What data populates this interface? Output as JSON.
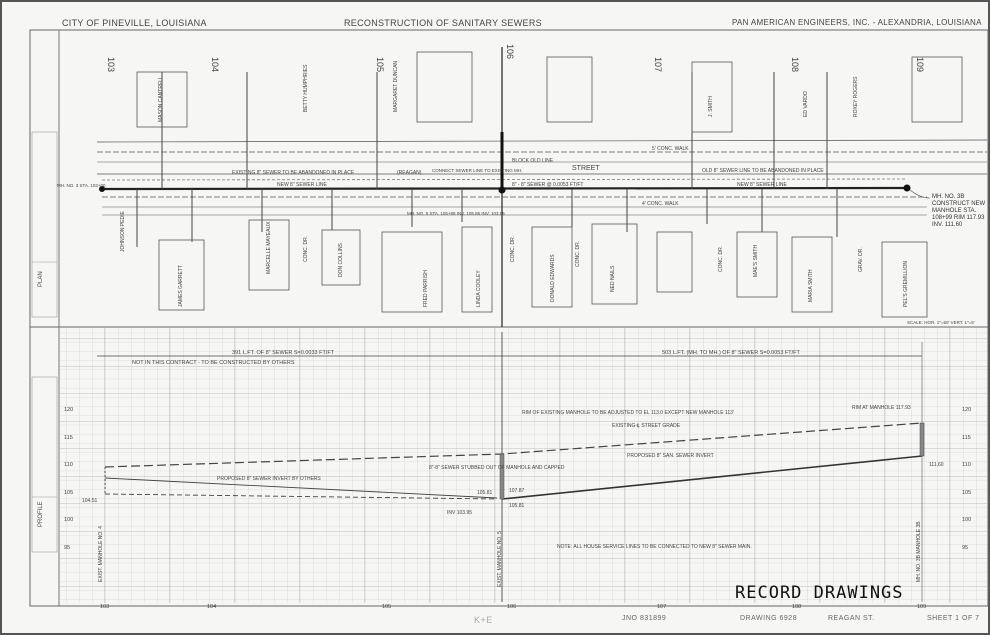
{
  "header": {
    "left": "CITY OF PINEVILLE, LOUISIANA",
    "center": "RECONSTRUCTION OF SANITARY SEWERS",
    "right": "PAN AMERICAN ENGINEERS, INC. - ALEXANDRIA, LOUISIANA"
  },
  "plan": {
    "section_label": "PLAN",
    "stations_top": [
      "103",
      "104",
      "105",
      "106",
      "107",
      "108",
      "109"
    ],
    "street_name": "STREET",
    "street_name_2": "(REAGAN)",
    "notes": {
      "existing_abandoned_left": "EXISTING 8\" SEWER TO BE ABANDONED IN PLACE",
      "new_sewer_left": "NEW 8\" SEWER LINE",
      "old_abandoned_right": "OLD 8\" SEWER LINE TO BE ABANDONED IN PLACE",
      "new_sewer_right": "NEW 8\" SEWER LINE",
      "new_sewer_main": "8\" - 8\" SEWER @ 0.0053 FT/FT",
      "connect": "CONNECT SEWER LINE TO EXISTING MH.",
      "block_old": "BLOCK OLD LINE",
      "conc_walk": "5' CONC. WALK",
      "conc_walk_2": "4' CONC. WALK",
      "mh_left": "MH. NO. 3  STA. 103+00",
      "mh_5": "MH. NO. 5  STA. 105+88  INV. 105.86  INV. 103.95",
      "mh_3b": "MH. NO. 3B  CONSTRUCT NEW MANHOLE  STA. 108+99  RIM 117.93  INV. 111.60",
      "scale": "SCALE: HOR. 1\"=50'  VERT. 1\"=5'"
    },
    "lots": [
      "JOHNSON PEDIE",
      "JAMES GARRETT",
      "MARCELLE MAYEAUX",
      "DON COLLINS",
      "FRED PARRISH",
      "LINDA COOLEY",
      "DONALD EDWARDS",
      "NED NAILS",
      "MAE'S SMITH",
      "MARIA SMITH",
      "PEL'S GREMILLION",
      "MASON CANTRELL",
      "BETTY HUMPHRIES",
      "MARGARET DUNCAN",
      "J. SMITH",
      "ED VARDO",
      "ROXEY ROGERS"
    ],
    "drives": [
      "CONC. DR.",
      "CONC. DR.",
      "CONC. DR.",
      "CONC. DR.",
      "GRAV. DR."
    ]
  },
  "profile": {
    "section_label": "PROFILE",
    "dim_left": "391 L.FT. OF 8\" SEWER   S=0.0033 FT/FT",
    "dim_left_note": "NOT IN THIS CONTRACT - TO BE CONSTRUCTED BY OTHERS",
    "dim_right": "503 L.FT. (MH. TO MH.) OF 8\" SEWER   S=0.0053 FT/FT",
    "existing_mh_note": "RIM OF EXISTING MANHOLE TO BE ADJUSTED TO EL 113.0 EXCEPT NEW MANHOLE 113'",
    "street_grade": "EXISTING ℄ STREET GRADE",
    "proposed_invert": "PROPOSED 8\" SAN. SEWER INVERT",
    "by_others": "PROPOSED 8\" SEWER INVERT BY OTHERS",
    "stub_note": "8\"-8\" SEWER STUBBED OUT OF MANHOLE AND CAPPED",
    "rim_right": "RIM AT MANHOLE 117.93",
    "inv_right": "111.60",
    "left_elev": "104.51",
    "inv_103": "INV 103.95",
    "e105_81": "105.81",
    "e105_81b": "105.81",
    "e107": "107.87",
    "note_all": "NOTE: ALL HOUSE SERVICE LINES TO BE CONNECTED TO NEW 8\" SEWER MAIN.",
    "mh_labels": [
      "EXIST. MANHOLE NO. 4",
      "EXIST. MANHOLE NO. 5",
      "MH. NO. 3B MANHOLE 3B"
    ],
    "elevations": [
      "120",
      "115",
      "110",
      "105",
      "100",
      "95"
    ],
    "stations_bottom": [
      "103",
      "104",
      "105",
      "106",
      "107",
      "108",
      "109"
    ]
  },
  "stamp": "RECORD DRAWINGS",
  "footer": {
    "brand": "K+E",
    "job": "JNO 831899",
    "drawing": "DRAWING 6928",
    "street": "REAGAN ST.",
    "sheet": "SHEET 1 OF 7"
  }
}
